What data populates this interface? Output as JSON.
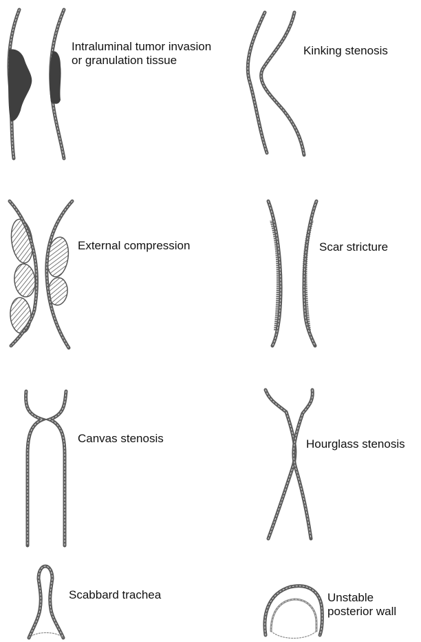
{
  "colors": {
    "wall": "#5a5a5a",
    "wall_dash": "#c9c9c9",
    "tumor": "#3f3f3f",
    "hatch": "#555555",
    "text": "#111111"
  },
  "panels": {
    "intraluminal": {
      "label_line1": "Intraluminal tumor invasion",
      "label_line2": "or granulation tissue"
    },
    "kinking": {
      "label": "Kinking stenosis"
    },
    "external": {
      "label": "External compression"
    },
    "scar": {
      "label": "Scar stricture"
    },
    "canvas": {
      "label": "Canvas stenosis"
    },
    "hourglass": {
      "label": "Hourglass stenosis"
    },
    "scabbard": {
      "label": "Scabbard trachea"
    },
    "unstable": {
      "label_line1": "Unstable",
      "label_line2": "posterior wall"
    }
  }
}
